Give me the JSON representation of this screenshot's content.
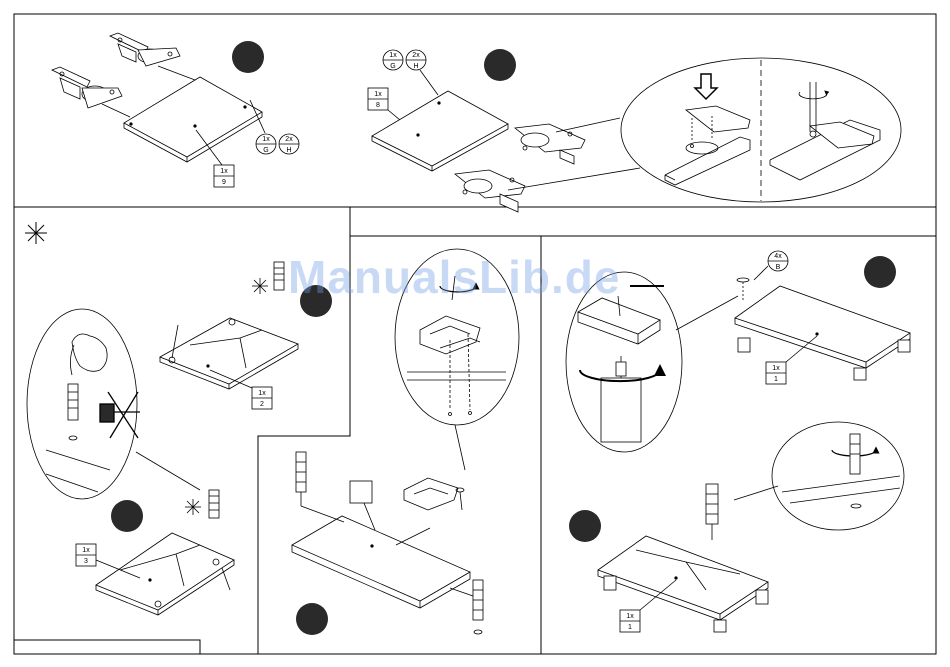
{
  "labels": {
    "p1_g_qty": "1x",
    "p1_g": "G",
    "p1_h_qty": "2x",
    "p1_h": "H",
    "p1_part_qty": "1x",
    "p1_part": "9",
    "p2_g_qty": "1x",
    "p2_g": "G",
    "p2_h_qty": "2x",
    "p2_h": "H",
    "p2_part_qty": "1x",
    "p2_part": "8",
    "p3_part_qty": "1x",
    "p3_part": "2",
    "p4_part_qty": "1x",
    "p4_part": "3",
    "p7_b_qty": "4x",
    "p7_b": "B",
    "p7_part_qty": "1x",
    "p7_part": "1",
    "p8_part_qty": "1x",
    "p8_part": "1"
  },
  "watermark": "ManualsLib.de",
  "colors": {
    "line": "#000000",
    "fill": "#ffffff",
    "marker": "#2a2a2a",
    "watermark": "#6e9be6"
  },
  "icons": [
    "asterisk-icon",
    "hinge-icon",
    "screw-icon",
    "dowel-icon",
    "rotate-arrow-icon",
    "down-arrow-icon",
    "hand-icon",
    "hammer-crossed-icon",
    "leveling-foot-icon",
    "bracket-icon"
  ]
}
